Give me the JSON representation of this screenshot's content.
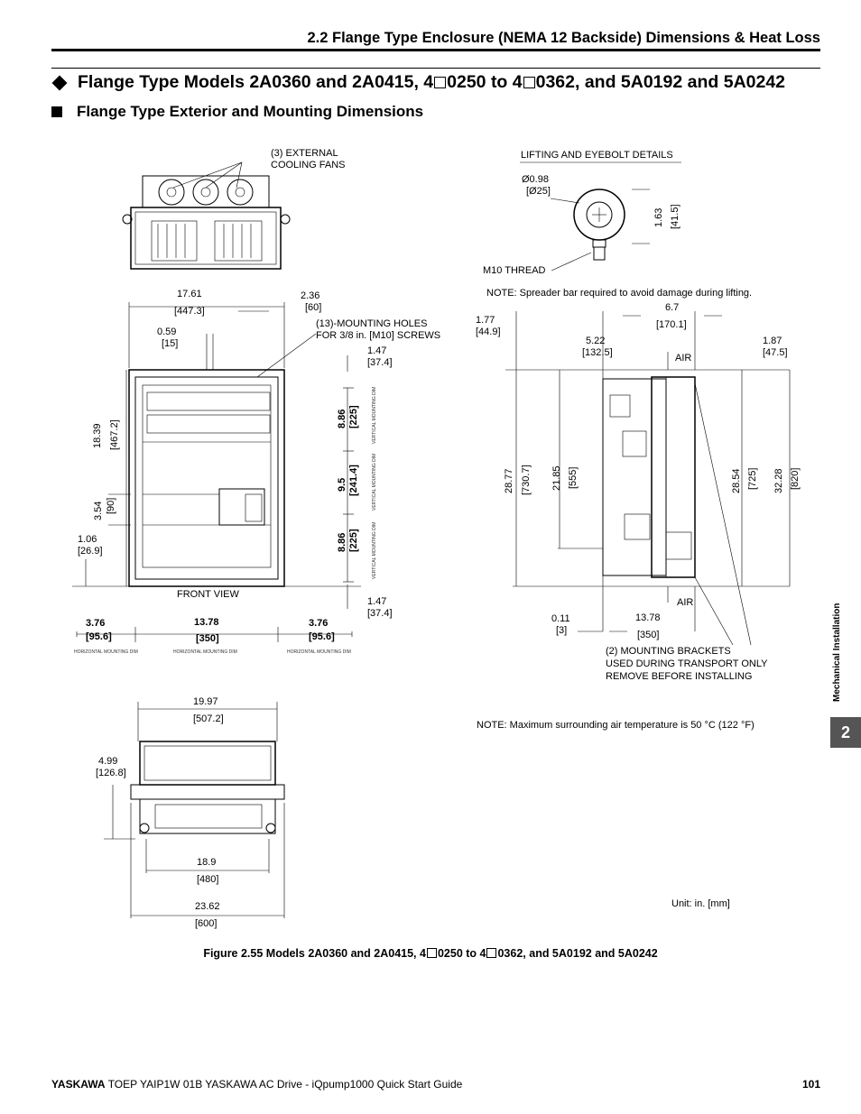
{
  "header": {
    "section_title": "2.2 Flange Type Enclosure (NEMA 12 Backside) Dimensions & Heat Loss"
  },
  "heading1": {
    "part1": "Flange Type Models 2A0360 and 2A0415, 4",
    "part2": "0250 to 4",
    "part3": "0362, and 5A0192 and 5A0242"
  },
  "heading2": {
    "text": "Flange Type Exterior and Mounting Dimensions"
  },
  "top_view": {
    "fans_label_1": "(3) EXTERNAL",
    "fans_label_2": "COOLING FANS"
  },
  "lifting": {
    "title": "LIFTING AND EYEBOLT DETAILS",
    "dia_in": "Ø0.98",
    "dia_mm": "[Ø25]",
    "height_in": "1.63",
    "height_mm": "[41.5]",
    "thread": "M10 THREAD",
    "note": "NOTE: Spreader bar required to avoid damage during lifting."
  },
  "front_view": {
    "label": "FRONT VIEW",
    "width_in": "17.61",
    "width_mm": "[447.3]",
    "offset_in": "2.36",
    "offset_mm": "[60]",
    "hole_off_in": "0.59",
    "hole_off_mm": "[15]",
    "holes_1": "(13)-MOUNTING HOLES",
    "holes_2": "FOR 3/8 in. [M10] SCREWS",
    "top_in": "1.47",
    "top_mm": "[37.4]",
    "bot_in": "1.47",
    "bot_mm": "[37.4]",
    "h_in": "18.39",
    "h_mm": "[467.2]",
    "s1_in": "3.54",
    "s1_mm": "[90]",
    "s2_in": "1.06",
    "s2_mm": "[26.9]",
    "v1_in": "8.86",
    "v1_mm": "[225]",
    "v2_in": "9.5",
    "v2_mm": "[241.4]",
    "v3_in": "8.86",
    "v3_mm": "[225]",
    "vdim": "VERTICAL MOUNTING DIM",
    "hm1_in": "3.76",
    "hm1_mm": "[95.6]",
    "hm2_in": "13.78",
    "hm2_mm": "[350]",
    "hm3_in": "3.76",
    "hm3_mm": "[95.6]",
    "hdim": "HORIZONTAL MOUNTING DIM"
  },
  "side_view": {
    "d1_in": "1.77",
    "d1_mm": "[44.9]",
    "d2_in": "6.7",
    "d2_mm": "[170.1]",
    "d3_in": "5.22",
    "d3_mm": "[132.5]",
    "d4_in": "1.87",
    "d4_mm": "[47.5]",
    "air_top": "AIR",
    "air_bot": "AIR",
    "h1_in": "28.77",
    "h1_mm": "[730.7]",
    "h2_in": "21.85",
    "h2_mm": "[555]",
    "h3_in": "28.54",
    "h3_mm": "[725]",
    "h4_in": "32.28",
    "h4_mm": "[820]",
    "t_in": "0.11",
    "t_mm": "[3]",
    "w_in": "13.78",
    "w_mm": "[350]",
    "brackets_1": "(2) MOUNTING BRACKETS",
    "brackets_2": "USED DURING TRANSPORT ONLY",
    "brackets_3": "REMOVE BEFORE INSTALLING"
  },
  "bottom_view": {
    "w_in": "19.97",
    "w_mm": "[507.2]",
    "d_in": "4.99",
    "d_mm": "[126.8]",
    "w2_in": "18.9",
    "w2_mm": "[480]",
    "w3_in": "23.62",
    "w3_mm": "[600]"
  },
  "notes": {
    "temp": "NOTE: Maximum surrounding air temperature is 50 °C (122 °F)",
    "unit": "Unit: in. [mm]"
  },
  "caption": {
    "part1": "Figure 2.55  Models 2A0360 and 2A0415, 4",
    "part2": "0250 to 4",
    "part3": "0362, and 5A0192 and 5A0242"
  },
  "footer": {
    "brand": "YASKAWA",
    "text": " TOEP YAIP1W 01B YASKAWA AC Drive - iQpump1000 Quick Start Guide",
    "page": "101"
  },
  "side_tab": {
    "label": "Mechanical Installation",
    "number": "2"
  }
}
